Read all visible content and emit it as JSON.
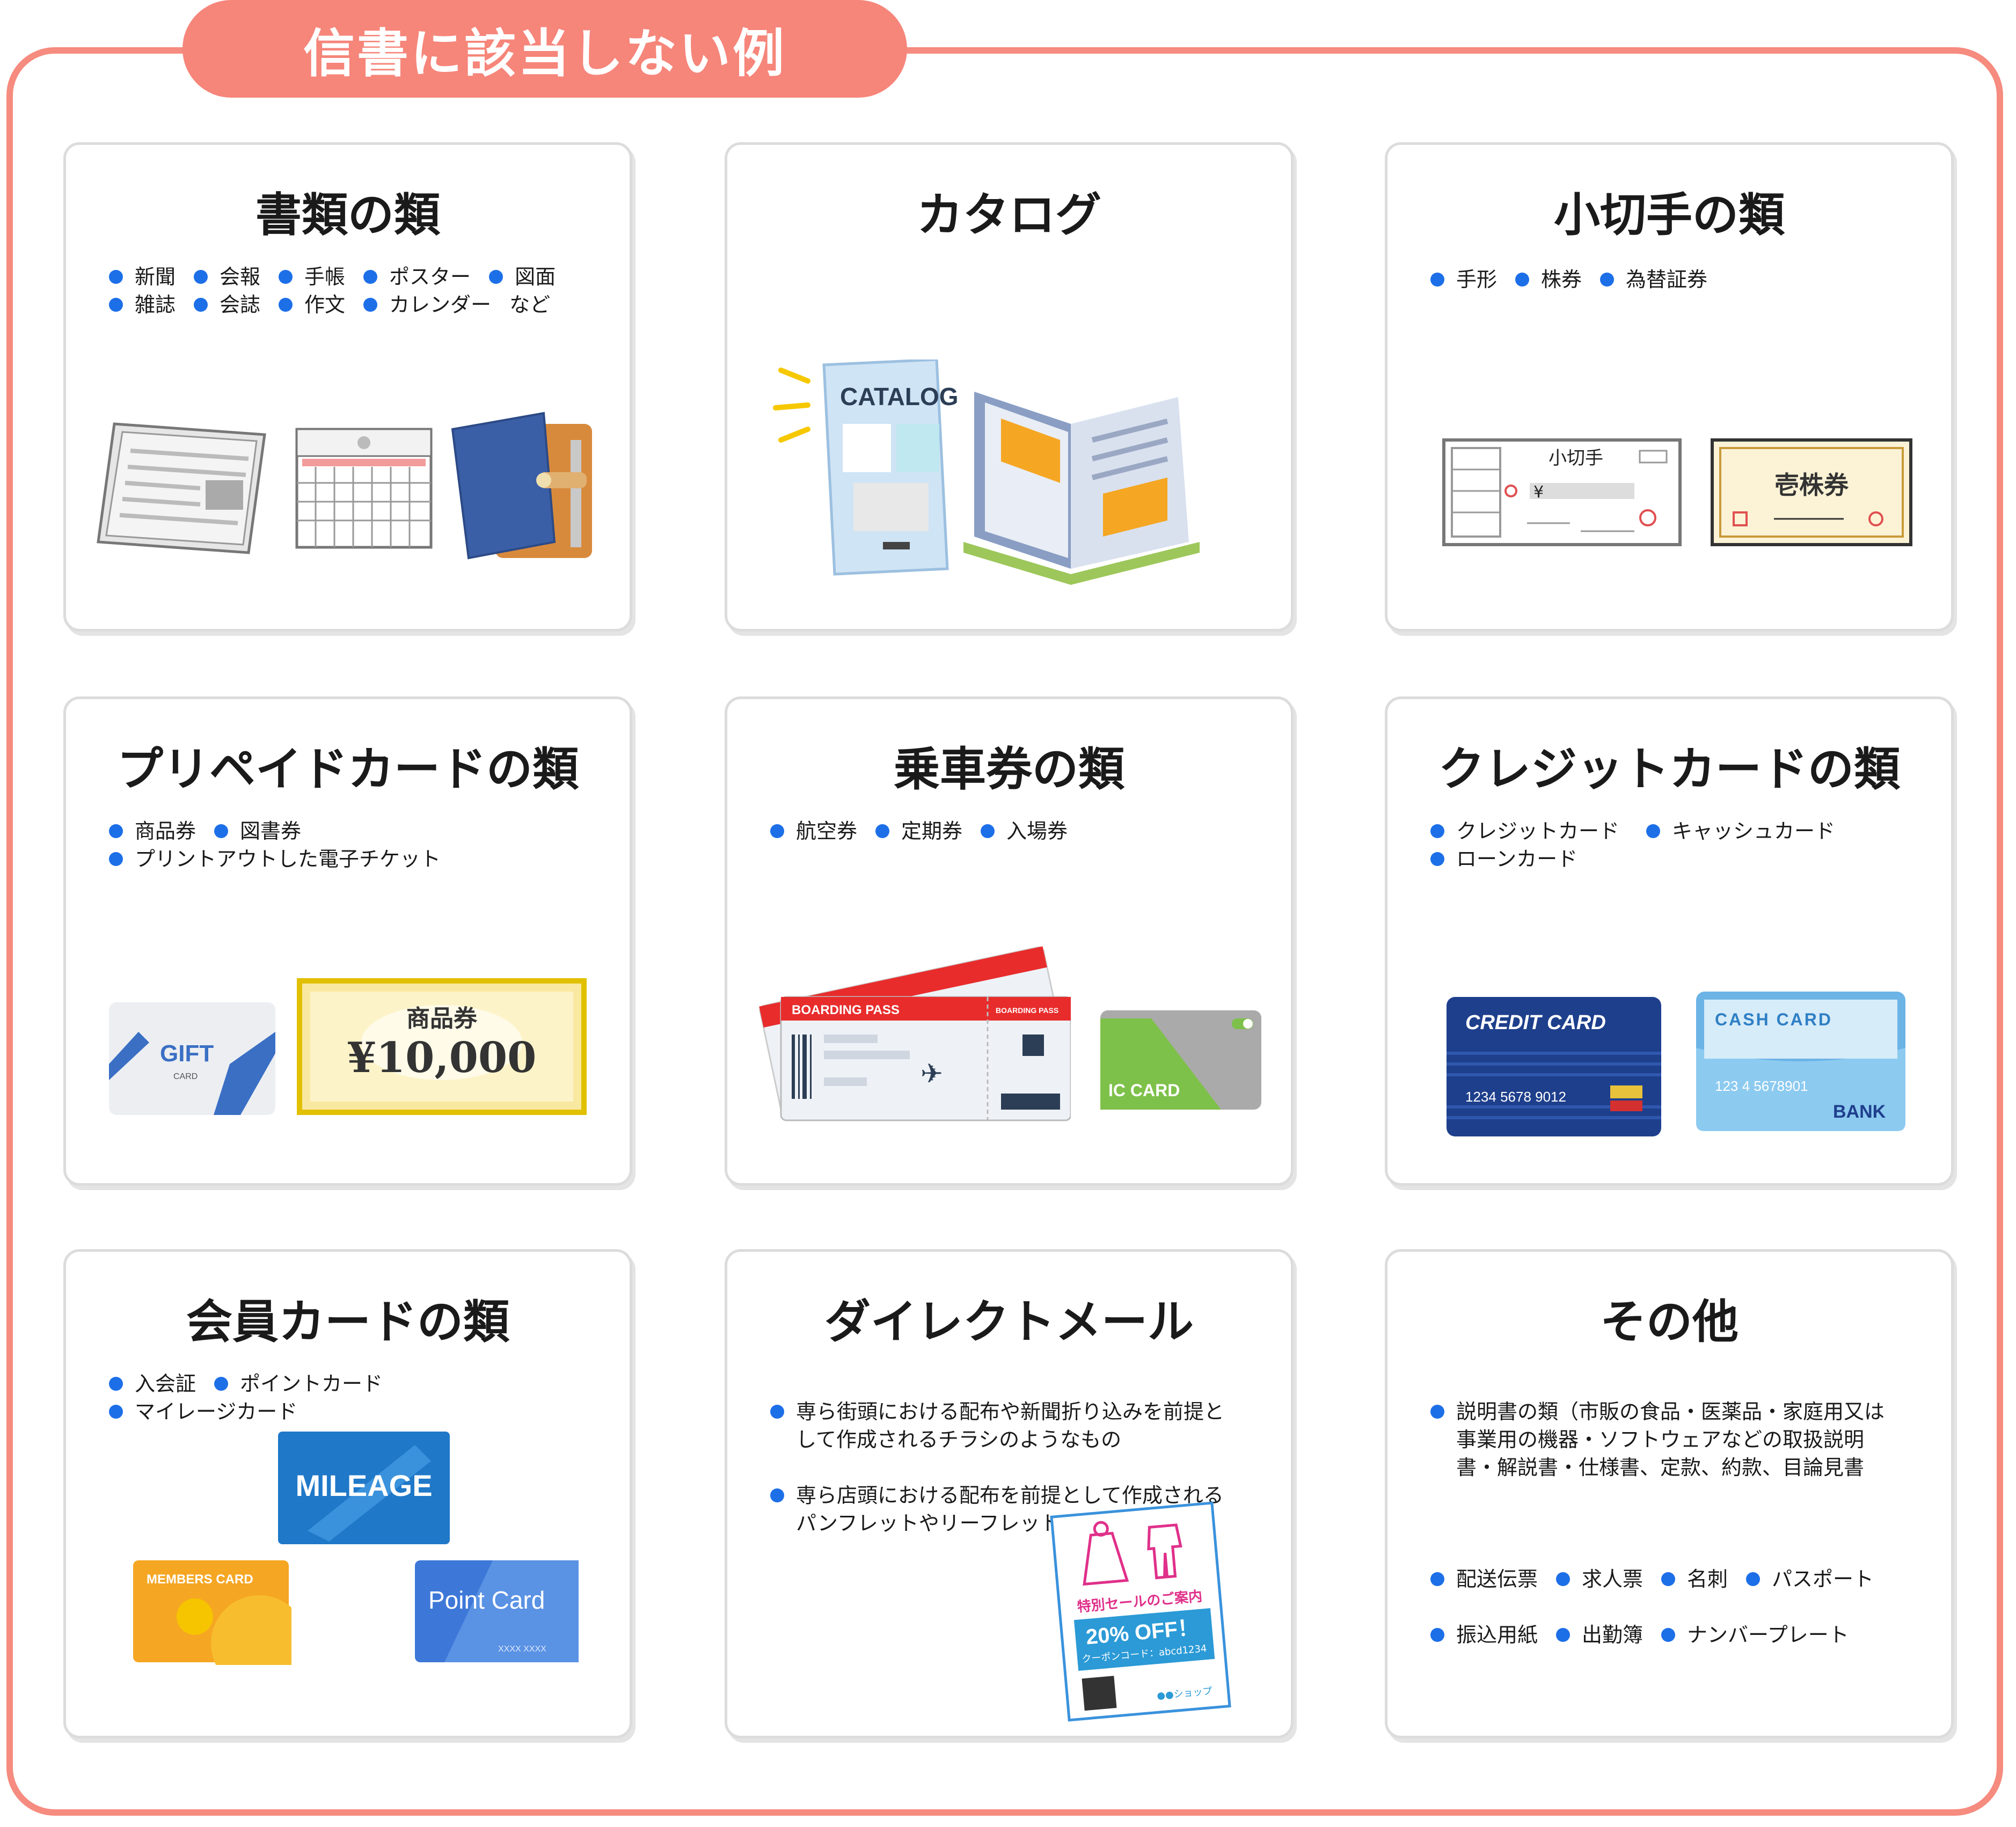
{
  "header": {
    "title": "信書に該当しない例"
  },
  "cards": [
    {
      "title": "書類の類",
      "rows": [
        [
          "新聞",
          "会報",
          "手帳",
          "ポスター",
          "図面"
        ],
        [
          "雑誌",
          "会誌",
          "作文",
          "カレンダー"
        ]
      ],
      "suffix": "など"
    },
    {
      "title": "カタログ",
      "catalog_label": "CATALOG"
    },
    {
      "title": "小切手の類",
      "rows": [
        [
          "手形",
          "株券",
          "為替証券"
        ]
      ],
      "check_label": "小切手",
      "check_yen": "¥",
      "stock_label": "壱株券"
    },
    {
      "title": "プリペイドカードの類",
      "rows": [
        [
          "商品券",
          "図書券"
        ],
        [
          "プリントアウトした電子チケット"
        ]
      ],
      "gift_label": "GIFT",
      "gift_sub": "CARD",
      "voucher_title": "商品券",
      "voucher_amount": "¥10,000"
    },
    {
      "title": "乗車券の類",
      "rows": [
        [
          "航空券",
          "定期券",
          "入場券"
        ]
      ],
      "pass_label": "BOARDING PASS",
      "pass_small": "BOARDING PASS",
      "ic_label": "IC CARD"
    },
    {
      "title": "クレジットカードの類",
      "rows": [
        [
          "クレジットカード",
          "キャッシュカード"
        ],
        [
          "ローンカード"
        ]
      ],
      "credit_label": "CREDIT CARD",
      "credit_number": "1234 5678 9012",
      "cash_label": "CASH CARD",
      "cash_number": "123 4 5678901",
      "cash_bank": "BANK"
    },
    {
      "title": "会員カードの類",
      "rows": [
        [
          "入会証",
          "ポイントカード"
        ],
        [
          "マイレージカード"
        ]
      ],
      "mileage_label": "MILEAGE",
      "members_label": "MEMBERS CARD",
      "point_label": "Point Card",
      "point_small": "XXXX XXXX"
    },
    {
      "title": "ダイレクトメール",
      "paras": [
        "専ら街頭における配布や新聞折り込みを前提と\nして作成されるチラシのようなもの",
        "専ら店頭における配布を前提として作成される\nパンフレットやリーフレットのようなもの"
      ],
      "flyer_title": "特別セールのご案内",
      "flyer_offer": "20% OFF！",
      "flyer_coupon": "クーポンコード：abcd1234",
      "flyer_shop": "●●ショップ"
    },
    {
      "title": "その他",
      "paras": [
        "説明書の類（市販の食品・医薬品・家庭用又は\n事業用の機器・ソフトウェアなどの取扱説明\n書・解説書・仕様書、定款、約款、目論見書"
      ],
      "rows": [
        [
          "配送伝票",
          "求人票",
          "名刺",
          "パスポート"
        ],
        [
          "振込用紙",
          "出勤簿",
          "ナンバープレート"
        ]
      ]
    }
  ],
  "colors": {
    "accent": "#f6857a",
    "bullet": "#1d6fe8",
    "card_border": "#dcdcdc"
  }
}
